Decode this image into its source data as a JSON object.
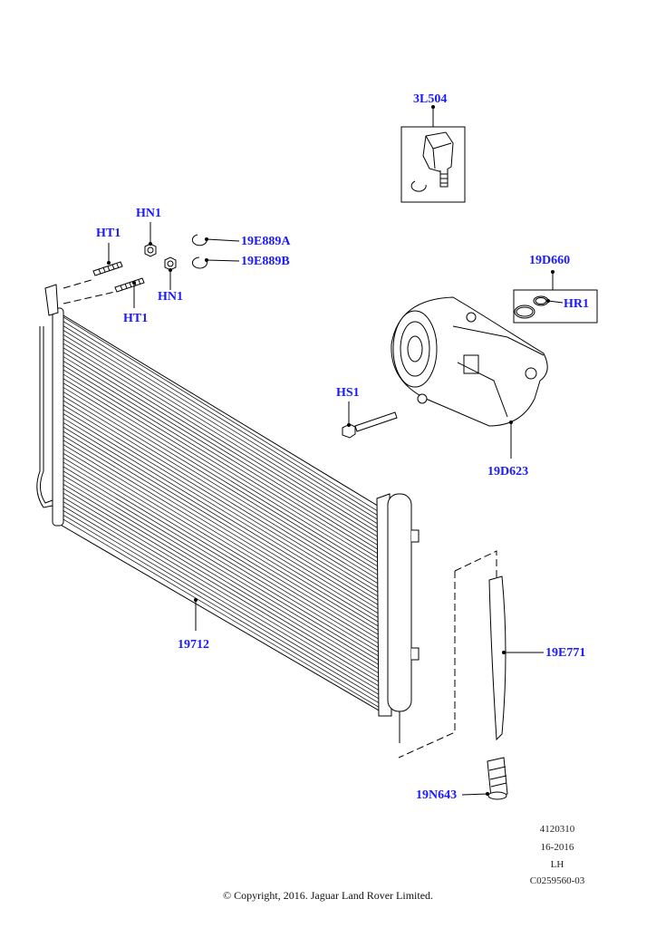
{
  "callouts": {
    "p3L504": "3L504",
    "p19D660": "19D660",
    "pHR1": "HR1",
    "pHN1_top": "HN1",
    "pHT1_top": "HT1",
    "p19E889A": "19E889A",
    "p19E889B": "19E889B",
    "pHN1_bottom": "HN1",
    "pHT1_bottom": "HT1",
    "pHS1": "HS1",
    "p19D623": "19D623",
    "p19712": "19712",
    "p19E771": "19E771",
    "p19N643": "19N643"
  },
  "meta": {
    "code": "4120310",
    "year": "16-2016",
    "side": "LH",
    "ref": "C0259560-03"
  },
  "copyright": "© Copyright, 2016. Jaguar Land Rover Limited.",
  "colors": {
    "callout": "#1a1aff",
    "line": "#000000"
  }
}
